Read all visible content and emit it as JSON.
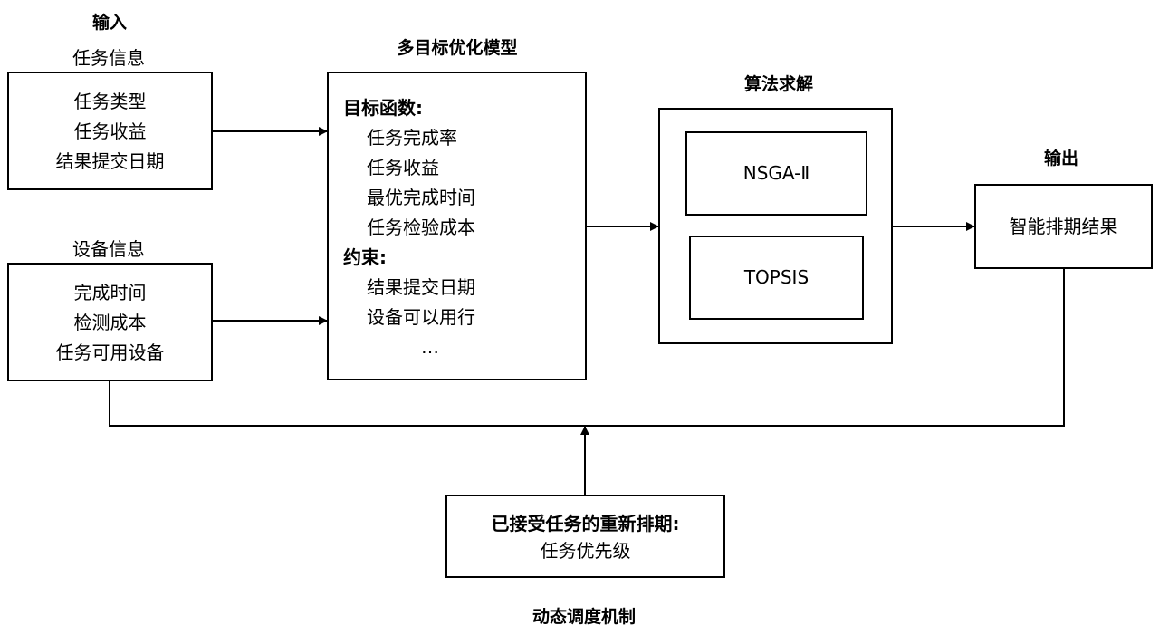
{
  "input": {
    "heading": "输入",
    "task_info": {
      "caption": "任务信息",
      "items": [
        "任务类型",
        "任务收益",
        "结果提交日期"
      ]
    },
    "device_info": {
      "caption": "设备信息",
      "items": [
        "完成时间",
        "检测成本",
        "任务可用设备"
      ]
    }
  },
  "model": {
    "heading": "多目标优化模型",
    "objectives_label": "目标函数:",
    "objectives": [
      "任务完成率",
      "任务收益",
      "最优完成时间",
      "任务检验成本"
    ],
    "constraints_label": "约束:",
    "constraints": [
      "结果提交日期",
      "设备可以用行",
      "…"
    ]
  },
  "solver": {
    "heading": "算法求解",
    "algorithms": [
      "NSGA-Ⅱ",
      "TOPSIS"
    ]
  },
  "output": {
    "heading": "输出",
    "result": "智能排期结果"
  },
  "dynamic": {
    "box_title": "已接受任务的重新排期:",
    "box_item": "任务优先级",
    "caption": "动态调度机制"
  }
}
